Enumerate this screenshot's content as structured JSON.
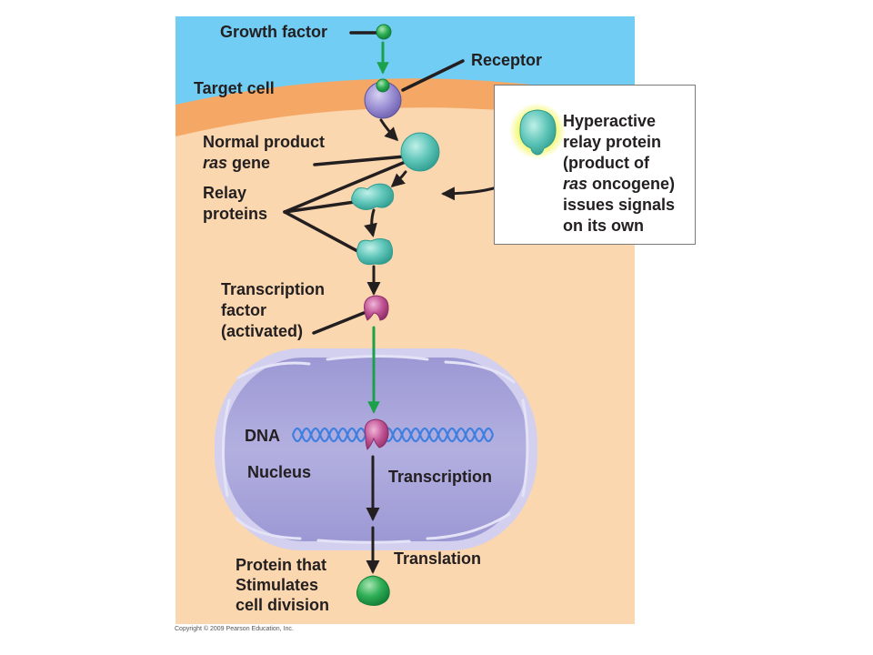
{
  "labels": {
    "growth_factor": "Growth factor",
    "receptor": "Receptor",
    "target_cell": "Target cell",
    "normal_product_line1": "Normal product",
    "normal_product_line2_italic": "ras",
    "normal_product_line2_rest": " gene",
    "relay_proteins_line1": "Relay",
    "relay_proteins_line2": "proteins",
    "tf_line1": "Transcription",
    "tf_line2": "factor",
    "tf_line3": "(activated)",
    "dna": "DNA",
    "nucleus": "Nucleus",
    "transcription": "Transcription",
    "translation": "Translation",
    "protein_line1": "Protein that",
    "protein_line2": "Stimulates",
    "protein_line3": "cell division"
  },
  "callout": {
    "line1": "Hyperactive",
    "line2": "relay protein",
    "line3": "(product of",
    "line4_italic": "ras",
    "line4_rest": " oncogene)",
    "line5": "issues signals",
    "line6": "on its own"
  },
  "copyright": "Copyright © 2009 Pearson Education, Inc.",
  "colors": {
    "extracellular": "#72cdf4",
    "membrane": "#f5a866",
    "cytoplasm": "#fbd7b0",
    "nucleus_fill": "#a4a1d6",
    "nucleus_border": "#d2d0ee",
    "relay_protein": "#5fc5b9",
    "transcription_factor": "#c25696",
    "growth_factor": "#1e9b48",
    "signal_arrow": "#1aa14a",
    "arrow_dark": "#231f20"
  }
}
